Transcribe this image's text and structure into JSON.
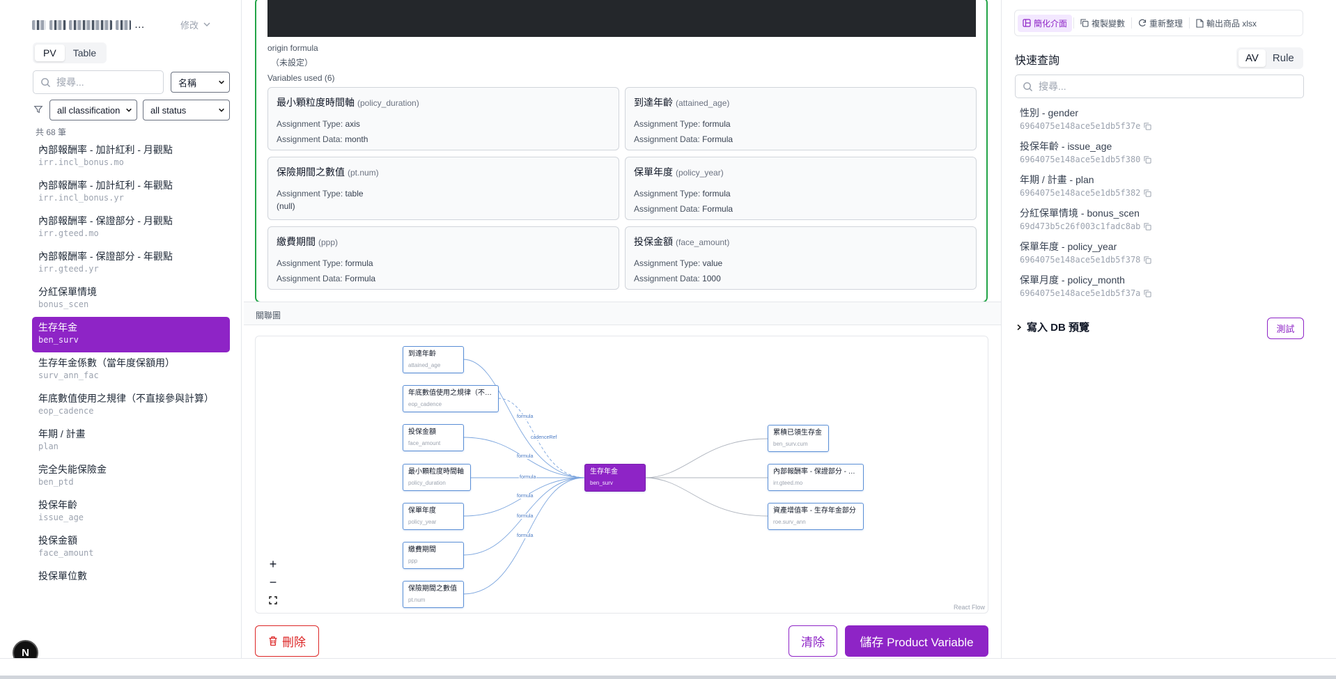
{
  "sidebar": {
    "project_name": "…",
    "edit_label": "修改",
    "tabs": [
      {
        "label": "PV"
      },
      {
        "label": "Table"
      }
    ],
    "search_placeholder": "搜尋...",
    "sort_select": "名稱",
    "classification_select": "all classification",
    "status_select": "all status",
    "count_label": "共 68 筆",
    "items": [
      {
        "zh": "內部報酬率 - 加計紅利 - 月觀點",
        "code": "irr.incl_bonus.mo"
      },
      {
        "zh": "內部報酬率 - 加計紅利 - 年觀點",
        "code": "irr.incl_bonus.yr"
      },
      {
        "zh": "內部報酬率 - 保證部分 - 月觀點",
        "code": "irr.gteed.mo"
      },
      {
        "zh": "內部報酬率 - 保證部分 - 年觀點",
        "code": "irr.gteed.yr"
      },
      {
        "zh": "分紅保單情境",
        "code": "bonus_scen"
      },
      {
        "zh": "生存年金",
        "code": "ben_surv"
      },
      {
        "zh": "生存年金係數（當年度保額用）",
        "code": "surv_ann_fac"
      },
      {
        "zh": "年底數值使用之規律（不直接參與計算）",
        "code": "eop_cadence"
      },
      {
        "zh": "年期 / 計畫",
        "code": "plan"
      },
      {
        "zh": "完全失能保險金",
        "code": "ben_ptd"
      },
      {
        "zh": "投保年齡",
        "code": "issue_age"
      },
      {
        "zh": "投保金額",
        "code": "face_amount"
      },
      {
        "zh": "投保單位數",
        "code": ""
      }
    ],
    "avatar_letter": "N"
  },
  "main": {
    "origin_formula_label": "origin formula",
    "origin_formula_value": "（未設定）",
    "variables_used_label": "Variables used (6)",
    "assign_type_label": "Assignment Type:",
    "assign_data_label": "Assignment Data:",
    "variables": [
      {
        "zh": "最小顆粒度時間軸",
        "code": "(policy_duration)",
        "type": "axis",
        "data": "month"
      },
      {
        "zh": "到達年齡",
        "code": "(attained_age)",
        "type": "formula",
        "data": "Formula"
      },
      {
        "zh": "保險期間之數值",
        "code": "(pt.num)",
        "type": "table",
        "data": "(null)"
      },
      {
        "zh": "保單年度",
        "code": "(policy_year)",
        "type": "formula",
        "data": "Formula"
      },
      {
        "zh": "繳費期間",
        "code": "(ppp)",
        "type": "formula",
        "data": "Formula"
      },
      {
        "zh": "投保金額",
        "code": "(face_amount)",
        "type": "value",
        "data": "1000"
      }
    ],
    "graph_title": "關聯圖",
    "graph": {
      "left_nodes": [
        {
          "zh": "到達年齡",
          "code": "attained_age"
        },
        {
          "zh": "年底數值使用之規律（不…",
          "code": "eop_cadence"
        },
        {
          "zh": "投保金額",
          "code": "face_amount"
        },
        {
          "zh": "最小顆粒度時間軸",
          "code": "policy_duration"
        },
        {
          "zh": "保單年度",
          "code": "policy_year"
        },
        {
          "zh": "繳費期間",
          "code": "ppp"
        },
        {
          "zh": "保險期間之數值",
          "code": "pt.num"
        }
      ],
      "center_node": {
        "zh": "生存年金",
        "code": "ben_surv"
      },
      "right_nodes": [
        {
          "zh": "累積已領生存金",
          "code": "ben_surv.cum"
        },
        {
          "zh": "內部報酬率 - 保證部分 - …",
          "code": "irr.gteed.mo"
        },
        {
          "zh": "資產增值率 - 生存年金部分",
          "code": "roe.surv_ann"
        }
      ],
      "edge_labels": {
        "formula": "formula",
        "cadence": "cadenceRef"
      },
      "zoom_in": "+",
      "zoom_out": "−",
      "attribution": "React Flow"
    },
    "delete_label": "刪除",
    "clear_label": "清除",
    "save_label": "儲存 Product Variable"
  },
  "right": {
    "toolbar": [
      {
        "label": "簡化介面",
        "icon": "layout-icon",
        "active": true
      },
      {
        "label": "複製變數",
        "icon": "copy-icon",
        "active": false
      },
      {
        "label": "重新整理",
        "icon": "refresh-icon",
        "active": false
      },
      {
        "label": "輸出商品 xlsx",
        "icon": "file-icon",
        "active": false
      }
    ],
    "quick_query_title": "快速查詢",
    "qs_tabs": [
      {
        "label": "AV"
      },
      {
        "label": "Rule"
      }
    ],
    "search_placeholder": "搜尋...",
    "av_items": [
      {
        "name": "性別 - gender",
        "id": "6964075e148ace5e1db5f37e"
      },
      {
        "name": "投保年齡 - issue_age",
        "id": "6964075e148ace5e1db5f380"
      },
      {
        "name": "年期 / 計畫 - plan",
        "id": "6964075e148ace5e1db5f382"
      },
      {
        "name": "分紅保單情境 - bonus_scen",
        "id": "69d473b5c26f003c1fadc8ab"
      },
      {
        "name": "保單年度 - policy_year",
        "id": "6964075e148ace5e1db5f378"
      },
      {
        "name": "保單月度 - policy_month",
        "id": "6964075e148ace5e1db5f37a"
      }
    ],
    "db_preview_label": "寫入 DB 預覽",
    "test_label": "測試"
  },
  "colors": {
    "accent": "#8e24c6",
    "green_border": "#22a447",
    "danger": "#dc2626",
    "graph_edge": "#5b8fd6"
  }
}
